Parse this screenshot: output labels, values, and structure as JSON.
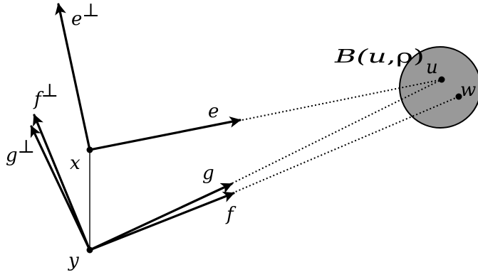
{
  "colors": {
    "ink": "#000000",
    "ball_fill": "#999999",
    "background": "#ffffff"
  },
  "labels": {
    "e_perp": {
      "base": "e",
      "sup": "⊥"
    },
    "f_perp": {
      "base": "f",
      "sup": "⊥"
    },
    "g_perp": {
      "base": "g",
      "sup": "⊥"
    },
    "e": "e",
    "g": "g",
    "f": "f",
    "x": "x",
    "y": "y",
    "u": "u",
    "w": "w",
    "ball": {
      "prefix": "B(",
      "center": "u",
      "sep": ",",
      "radius": "ρ",
      "suffix": ")"
    }
  }
}
